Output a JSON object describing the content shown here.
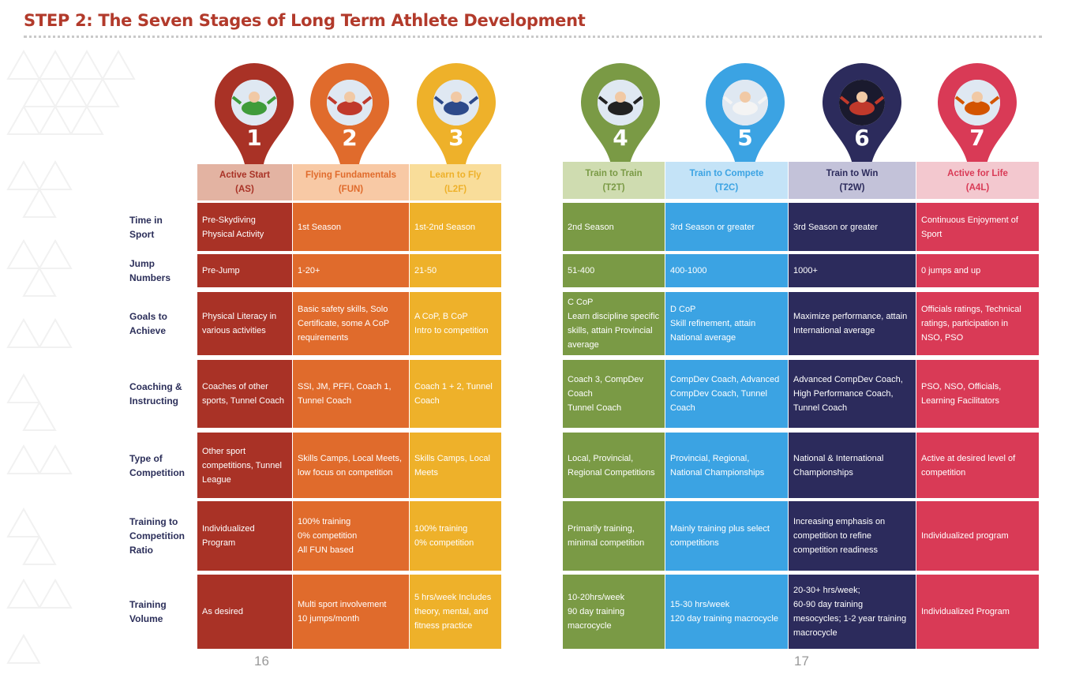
{
  "title": "STEP 2: The Seven Stages of Long Term Athlete Development",
  "page_numbers": [
    "16",
    "17"
  ],
  "row_labels": [
    "Time in\nSport",
    "Jump\nNumbers",
    "Goals to\nAchieve",
    "Coaching &\nInstructing",
    "Type of\nCompetition",
    "Training to\nCompetition\nRatio",
    "Training\nVolume"
  ],
  "stages": [
    {
      "number": "1",
      "name": "Active Start",
      "abbr": "(AS)",
      "color": "#a93226",
      "header_bg": "#e3b3a2",
      "header_fg": "#a93226",
      "photo": "child-skydiver-photo",
      "cells": [
        "Pre-Skydiving\nPhysical Activity",
        "Pre-Jump",
        "Physical Literacy in\nvarious activities",
        "Coaches of other\nsports, Tunnel Coach",
        "Other sport\ncompetitions, Tunnel\nLeague",
        "Individualized\nProgram",
        "As desired"
      ]
    },
    {
      "number": "2",
      "name": "Flying Fundamentals",
      "abbr": "(FUN)",
      "color": "#e06b2c",
      "header_bg": "#f8c9a5",
      "header_fg": "#e06b2c",
      "photo": "freefall-group-photo",
      "cells": [
        "1st Season",
        "1-20+",
        "Basic safety skills, Solo\nCertificate, some A CoP\nrequirements",
        "SSI, JM, PFFI, Coach 1,\nTunnel Coach",
        "Skills Camps, Local Meets,\nlow focus on competition",
        "100% training\n0% competition\nAll FUN based",
        "Multi sport involvement\n10 jumps/month"
      ]
    },
    {
      "number": "3",
      "name": "Learn to Fly",
      "abbr": "(L2F)",
      "color": "#eeb12a",
      "header_bg": "#f9dd9a",
      "header_fg": "#eeb12a",
      "photo": "tunnel-flyer-photo",
      "cells": [
        "1st-2nd Season",
        "21-50",
        "A CoP, B CoP\nIntro to competition",
        "Coach 1 + 2, Tunnel\nCoach",
        "Skills Camps, Local\nMeets",
        "100% training\n0% competition",
        "5 hrs/week Includes\ntheory, mental, and\nfitness practice"
      ]
    },
    {
      "number": "4",
      "name": "Train to Train",
      "abbr": "(T2T)",
      "color": "#7a9a45",
      "header_bg": "#cfdcb0",
      "header_fg": "#7a9a45",
      "photo": "formation-skydivers-photo",
      "cells": [
        "2nd Season",
        "51-400",
        "C CoP\nLearn discipline specific\nskills, attain Provincial\naverage",
        "Coach 3, CompDev\nCoach\nTunnel Coach",
        "Local, Provincial,\nRegional Competitions",
        "Primarily training,\nminimal competition",
        "10-20hrs/week\n90 day training\nmacrocycle"
      ]
    },
    {
      "number": "5",
      "name": "Train to Compete",
      "abbr": "(T2C)",
      "color": "#3ba3e3",
      "header_bg": "#c4e3f7",
      "header_fg": "#3ba3e3",
      "photo": "freestyle-skydiver-photo",
      "cells": [
        "3rd Season or greater",
        "400-1000",
        "D CoP\nSkill refinement, attain\nNational average",
        "CompDev Coach, Advanced\nCompDev Coach, Tunnel\nCoach",
        "Provincial, Regional,\nNational Championships",
        "Mainly training plus select\ncompetitions",
        "15-30 hrs/week\n120 day training macrocycle"
      ]
    },
    {
      "number": "6",
      "name": "Train to Win",
      "abbr": "(T2W)",
      "color": "#2c2b5c",
      "header_bg": "#c3c2d9",
      "header_fg": "#2c2b5c",
      "photo": "team-photo",
      "cells": [
        "3rd Season or greater",
        "1000+",
        "Maximize performance, attain\nInternational average",
        "Advanced CompDev Coach,\nHigh Performance Coach,\nTunnel Coach",
        "National & International\nChampionships",
        "Increasing emphasis on\ncompetition to refine\ncompetition readiness",
        "20-30+ hrs/week;\n60-90 day training\nmesocycles; 1-2 year training\nmacrocycle"
      ]
    },
    {
      "number": "7",
      "name": "Active for Life",
      "abbr": "(A4L)",
      "color": "#d93a56",
      "header_bg": "#f3c8cf",
      "header_fg": "#d93a56",
      "photo": "wingsuit-photo",
      "cells": [
        "Continuous Enjoyment of\nSport",
        "0 jumps and up",
        "Officials ratings, Technical\nratings, participation in\nNSO, PSO",
        "PSO, NSO, Officials,\nLearning Facilitators",
        "Active at desired level of\ncompetition",
        "Individualized program",
        "Individualized Program"
      ]
    }
  ]
}
